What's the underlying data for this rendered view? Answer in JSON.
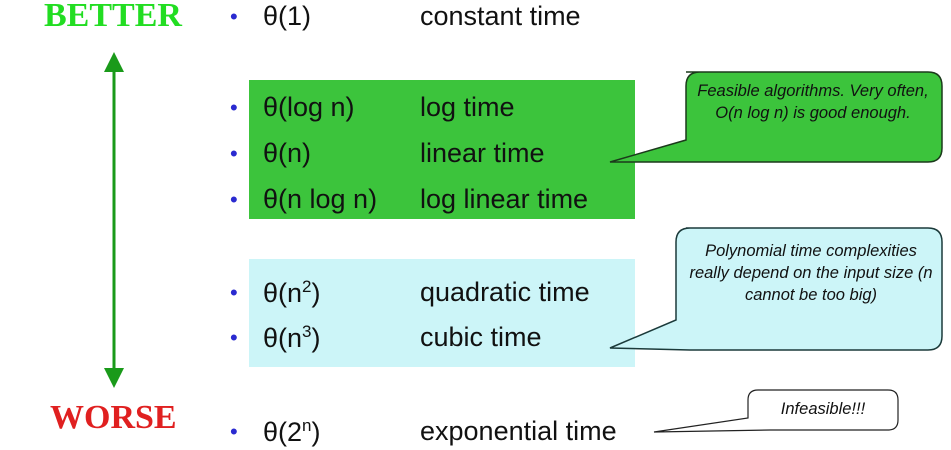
{
  "labels": {
    "better": "BETTER",
    "worse": "WORSE"
  },
  "rows": [
    {
      "notation": "θ(1)",
      "desc": "constant time",
      "group": "plain"
    },
    {
      "notation": "θ(log n)",
      "desc": "log time",
      "group": "feasible"
    },
    {
      "notation": "θ(n)",
      "desc": "linear time",
      "group": "feasible"
    },
    {
      "notation": "θ(n log n)",
      "desc": "log linear time",
      "group": "feasible"
    },
    {
      "notation_base": "θ(n",
      "notation_exp": "2",
      "notation_end": ")",
      "desc": "quadratic time",
      "group": "polynomial"
    },
    {
      "notation_base": "θ(n",
      "notation_exp": "3",
      "notation_end": ")",
      "desc": "cubic time",
      "group": "polynomial"
    },
    {
      "notation_base": "θ(2",
      "notation_exp": "n",
      "notation_end": ")",
      "desc": "exponential time",
      "group": "plain"
    }
  ],
  "bullet": "•",
  "callouts": {
    "feasible": "Feasible algorithms. Very often, O(n log n) is good enough.",
    "polynomial": "Polynomial time complexities really depend on the input size (n cannot be too big)",
    "infeasible": "Infeasible!!!"
  },
  "colors": {
    "better": "#22dd22",
    "worse": "#e02020",
    "arrow": "#1a9a1a",
    "feasible_band": "#3cc43c",
    "polynomial_band": "#ccf5f8",
    "bullet": "#2a2ad0"
  }
}
